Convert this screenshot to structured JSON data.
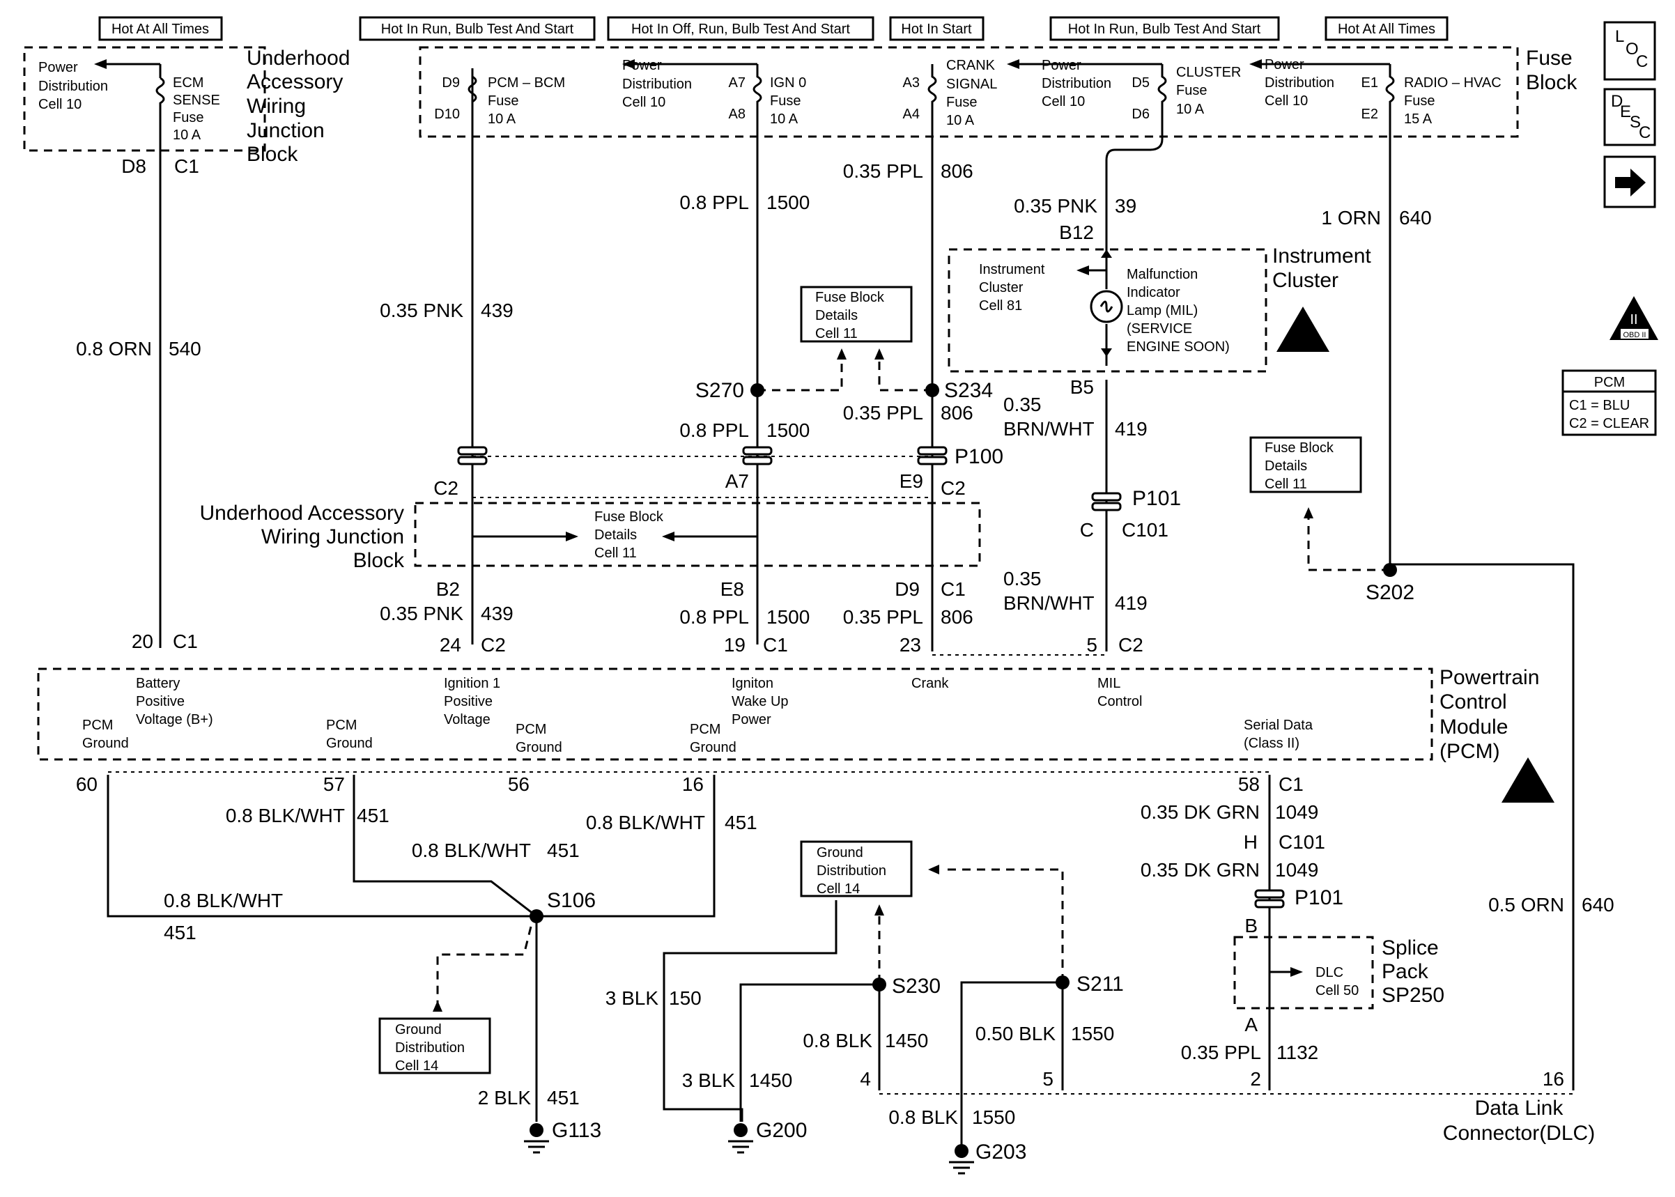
{
  "power_labels": {
    "hot_1": "Hot At All Times",
    "hot_run": "Hot In Run, Bulb Test And Start",
    "hot_off": "Hot In Off, Run, Bulb Test And Start",
    "hot_start": "Hot In Start",
    "hot_run2": "Hot In Run, Bulb Test And Start",
    "hot_2": "Hot At All Times"
  },
  "modules": {
    "uajb_top": [
      "Underhood",
      "Accessory",
      "Wiring",
      "Junction",
      "Block"
    ],
    "fuse_block": [
      "Fuse",
      "Block"
    ],
    "instrument_cluster": [
      "Instrument",
      "Cluster"
    ],
    "uajb_mid": [
      "Underhood Accessory",
      "Wiring Junction",
      "Block"
    ],
    "pcm": [
      "Powertrain",
      "Control",
      "Module",
      "(PCM)"
    ],
    "splice_pack": [
      "Splice",
      "Pack",
      "SP250"
    ],
    "dlc": [
      "Data Link",
      "Connector(DLC)"
    ]
  },
  "fuses": {
    "ecm_sense": [
      "ECM",
      "SENSE",
      "Fuse",
      "10 A"
    ],
    "pcm_bcm": [
      "PCM – BCM",
      "Fuse",
      "10 A"
    ],
    "ign0": [
      "IGN 0",
      "Fuse",
      "10 A"
    ],
    "crank": [
      "CRANK",
      "SIGNAL",
      "Fuse",
      "10 A"
    ],
    "cluster": [
      "CLUSTER",
      "Fuse",
      "10 A"
    ],
    "radio_hvac": [
      "RADIO – HVAC",
      "Fuse",
      "15 A"
    ]
  },
  "refs": {
    "pd1": [
      "Power",
      "Distribution",
      "Cell 10"
    ],
    "pd2": [
      "Power",
      "Distribution",
      "Cell 10"
    ],
    "pd3": [
      "Power",
      "Distribution",
      "Cell 10"
    ],
    "pd4": [
      "Power",
      "Distribution",
      "Cell 10"
    ],
    "fbd1": [
      "Fuse Block",
      "Details",
      "Cell 11"
    ],
    "fbd2": [
      "Fuse Block",
      "Details",
      "Cell 11"
    ],
    "fbd3": [
      "Fuse Block",
      "Details",
      "Cell 11"
    ],
    "ic81": [
      "Instrument",
      "Cluster",
      "Cell 81"
    ],
    "gd1": [
      "Ground",
      "Distribution",
      "Cell 14"
    ],
    "gd2": [
      "Ground",
      "Distribution",
      "Cell 14"
    ],
    "dlc50": [
      "DLC",
      "Cell 50"
    ]
  },
  "mil": [
    "Malfunction",
    "Indicator",
    "Lamp (MIL)",
    "(SERVICE",
    "ENGINE SOON)"
  ],
  "pcm_pins": {
    "bplus": [
      "Battery",
      "Positive",
      "Voltage (B+)"
    ],
    "ign1": [
      "Ignition 1",
      "Positive",
      "Voltage"
    ],
    "wake": [
      "Igniton",
      "Wake Up",
      "Power"
    ],
    "crank": "Crank",
    "mil": [
      "MIL",
      "Control"
    ],
    "serial": [
      "Serial Data",
      "(Class II)"
    ],
    "gnd1": [
      "PCM",
      "Ground"
    ],
    "gnd2": [
      "PCM",
      "Ground"
    ],
    "gnd3": [
      "PCM",
      "Ground"
    ],
    "gnd4": [
      "PCM",
      "Ground"
    ]
  },
  "pins": {
    "D8": "D8",
    "C1a": "C1",
    "D9": "D9",
    "D10": "D10",
    "A7": "A7",
    "A8": "A8",
    "A3": "A3",
    "A4": "A4",
    "D5": "D5",
    "D6": "D6",
    "E1": "E1",
    "E2": "E2",
    "B12": "B12",
    "B5": "B5",
    "C2a": "C2",
    "A7b": "A7",
    "E9": "E9",
    "C2b": "C2",
    "C": "C",
    "C101": "C101",
    "B2": "B2",
    "E8": "E8",
    "D9b": "D9",
    "C1b": "C1",
    "p20": "20",
    "C1c": "C1",
    "p24": "24",
    "C2c": "C2",
    "p19": "19",
    "C1d": "C1",
    "p23": "23",
    "p5": "5",
    "C2d": "C2",
    "p60": "60",
    "p57": "57",
    "p56": "56",
    "p16": "16",
    "p58": "58",
    "C1e": "C1",
    "H": "H",
    "C101b": "C101",
    "B": "B",
    "A": "A",
    "p4": "4",
    "p5b": "5",
    "p2": "2",
    "p16b": "16"
  },
  "splices": {
    "S270": "S270",
    "S234": "S234",
    "S202": "S202",
    "S106": "S106",
    "S230": "S230",
    "S211": "S211"
  },
  "inline": {
    "P100": "P100",
    "P101a": "P101",
    "P101b": "P101"
  },
  "grounds": {
    "G113": "G113",
    "G200": "G200",
    "G203": "G203"
  },
  "wires": {
    "w540": [
      "0.8 ORN",
      "540"
    ],
    "w439a": [
      "0.35 PNK",
      "439"
    ],
    "w1500a": [
      "0.8 PPL",
      "1500"
    ],
    "w806a": [
      "0.35 PPL",
      "806"
    ],
    "w39": [
      "0.35 PNK",
      "39"
    ],
    "w640a": [
      "1 ORN",
      "640"
    ],
    "w1500b": [
      "0.8 PPL",
      "1500"
    ],
    "w806b": [
      "0.35 PPL",
      "806"
    ],
    "w419a": [
      "0.35",
      "BRN/WHT",
      "419"
    ],
    "w419b": [
      "0.35",
      "BRN/WHT",
      "419"
    ],
    "w439b": [
      "0.35 PNK",
      "439"
    ],
    "w1500c": [
      "0.8 PPL",
      "1500"
    ],
    "w806c": [
      "0.35 PPL",
      "806"
    ],
    "w451a": [
      "0.8 BLK/WHT",
      "451"
    ],
    "w451b": [
      "0.8 BLK/WHT",
      "451"
    ],
    "w451c": [
      "0.8 BLK/WHT",
      "451"
    ],
    "w451d": [
      "0.8 BLK/WHT",
      "451"
    ],
    "w451e": [
      "2 BLK",
      "451"
    ],
    "w1049a": [
      "0.35 DK GRN",
      "1049"
    ],
    "w1049b": [
      "0.35 DK GRN",
      "1049"
    ],
    "w640b": [
      "0.5 ORN",
      "640"
    ],
    "w150": [
      "3 BLK",
      "150"
    ],
    "w1450a": [
      "0.8 BLK",
      "1450"
    ],
    "w1450b": [
      "3 BLK",
      "1450"
    ],
    "w1550a": [
      "0.50 BLK",
      "1550"
    ],
    "w1550b": [
      "0.8 BLK",
      "1550"
    ],
    "w1132": [
      "0.35 PPL",
      "1132"
    ]
  },
  "side": {
    "loc": [
      "L",
      "O",
      "C"
    ],
    "desc": [
      "D",
      "E",
      "S",
      "C"
    ],
    "pcm_title": "PCM",
    "pcm_c1": "C1 = BLU",
    "pcm_c2": "C2 = CLEAR",
    "obd": "OBD II",
    "obd_num": "II"
  }
}
